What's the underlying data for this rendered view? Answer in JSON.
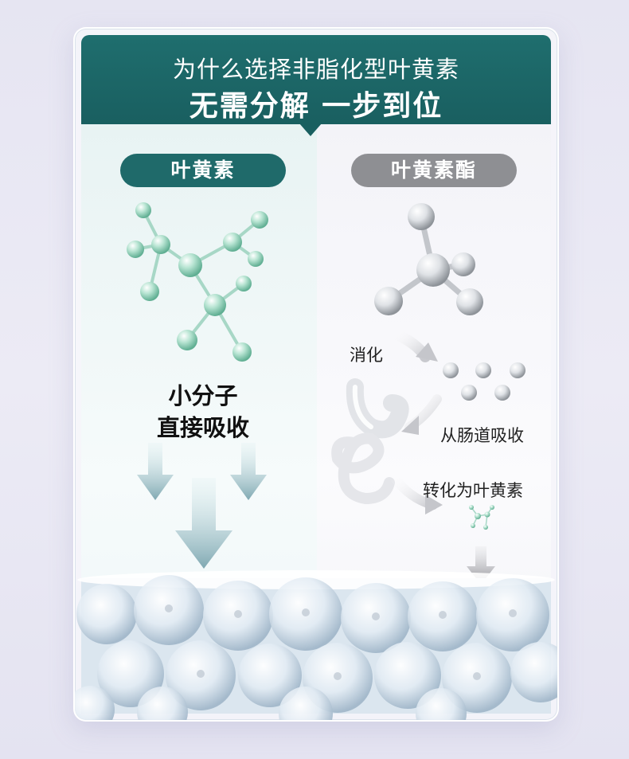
{
  "header": {
    "title": "为什么选择非脂化型叶黄素",
    "subtitle": "无需分解 一步到位"
  },
  "left": {
    "pill_label": "叶黄素",
    "line1": "小分子",
    "line2": "直接吸收"
  },
  "right": {
    "pill_label": "叶黄素酯",
    "step1": "消化",
    "step2": "从肠道吸收",
    "step3": "转化为叶黄素"
  },
  "colors": {
    "header": "#1f6e6e",
    "left_pill": "#1f6a6a",
    "right_pill": "#8e8f93",
    "molecule_green": "#8ccfb6",
    "molecule_gray": "#c9ccd0"
  }
}
